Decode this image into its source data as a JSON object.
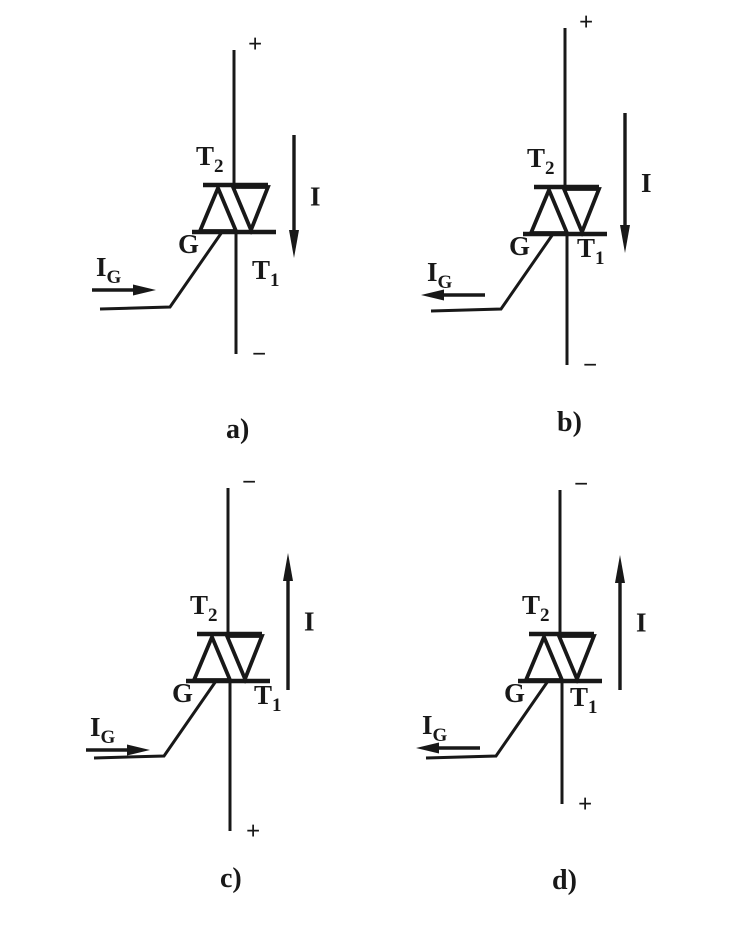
{
  "colors": {
    "ink": "#181818",
    "background": "#ffffff"
  },
  "panels": [
    {
      "id": "a",
      "caption": "a)",
      "top_polarity": "+",
      "bottom_polarity": "−",
      "terminal_t2": {
        "base": "T",
        "sub": "2"
      },
      "terminal_t1": {
        "base": "T",
        "sub": "1"
      },
      "gate_label": "G",
      "current": {
        "label": "I",
        "direction": "down"
      },
      "gate_current": {
        "label": {
          "base": "I",
          "sub": "G"
        },
        "direction": "right"
      }
    },
    {
      "id": "b",
      "caption": "b)",
      "top_polarity": "+",
      "bottom_polarity": "−",
      "terminal_t2": {
        "base": "T",
        "sub": "2"
      },
      "terminal_t1": {
        "base": "T",
        "sub": "1"
      },
      "gate_label": "G",
      "current": {
        "label": "I",
        "direction": "down"
      },
      "gate_current": {
        "label": {
          "base": "I",
          "sub": "G"
        },
        "direction": "left"
      }
    },
    {
      "id": "c",
      "caption": "c)",
      "top_polarity": "−",
      "bottom_polarity": "+",
      "terminal_t2": {
        "base": "T",
        "sub": "2"
      },
      "terminal_t1": {
        "base": "T",
        "sub": "1"
      },
      "gate_label": "G",
      "current": {
        "label": "I",
        "direction": "up"
      },
      "gate_current": {
        "label": {
          "base": "I",
          "sub": "G"
        },
        "direction": "right"
      }
    },
    {
      "id": "d",
      "caption": "d)",
      "top_polarity": "−",
      "bottom_polarity": "+",
      "terminal_t2": {
        "base": "T",
        "sub": "2"
      },
      "terminal_t1": {
        "base": "T",
        "sub": "1"
      },
      "gate_label": "G",
      "current": {
        "label": "I",
        "direction": "up"
      },
      "gate_current": {
        "label": {
          "base": "I",
          "sub": "G"
        },
        "direction": "left"
      }
    }
  ]
}
